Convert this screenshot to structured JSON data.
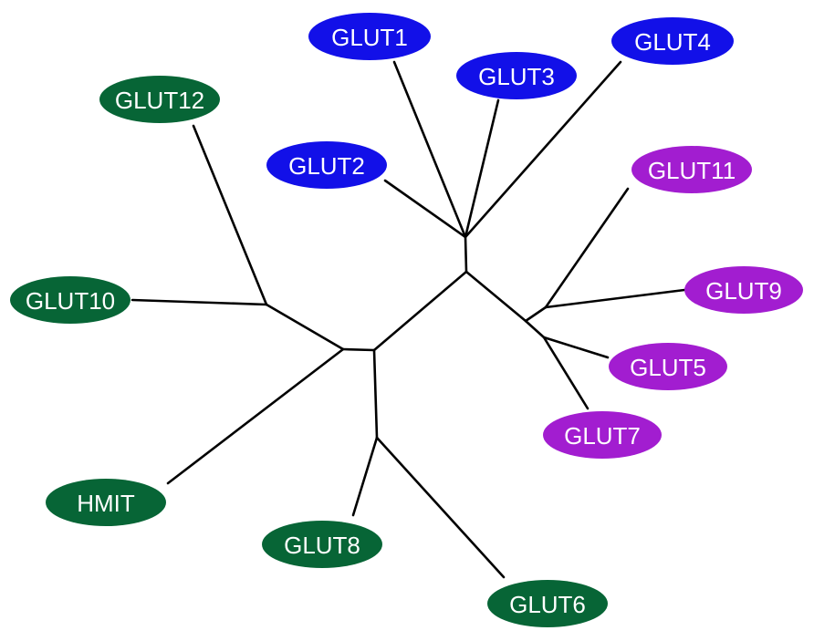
{
  "colors": {
    "class1": "#1210E8",
    "class2": "#A21DD0",
    "class3": "#076536",
    "branch": "#000000",
    "label": "#ffffff"
  },
  "nodes": [
    {
      "id": "glut1",
      "label": "GLUT1",
      "group": "class1"
    },
    {
      "id": "glut2",
      "label": "GLUT2",
      "group": "class1"
    },
    {
      "id": "glut3",
      "label": "GLUT3",
      "group": "class1"
    },
    {
      "id": "glut4",
      "label": "GLUT4",
      "group": "class1"
    },
    {
      "id": "glut11",
      "label": "GLUT11",
      "group": "class2"
    },
    {
      "id": "glut9",
      "label": "GLUT9",
      "group": "class2"
    },
    {
      "id": "glut5",
      "label": "GLUT5",
      "group": "class2"
    },
    {
      "id": "glut7",
      "label": "GLUT7",
      "group": "class2"
    },
    {
      "id": "glut12",
      "label": "GLUT12",
      "group": "class3"
    },
    {
      "id": "glut10",
      "label": "GLUT10",
      "group": "class3"
    },
    {
      "id": "hmit",
      "label": "HMIT",
      "group": "class3"
    },
    {
      "id": "glut8",
      "label": "GLUT8",
      "group": "class3"
    },
    {
      "id": "glut6",
      "label": "GLUT6",
      "group": "class3"
    }
  ]
}
